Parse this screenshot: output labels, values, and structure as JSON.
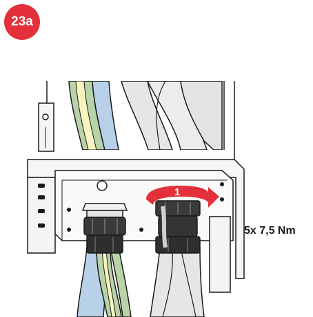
{
  "figure": {
    "step_label": "23a",
    "rotation_arrow_number": "1",
    "torque_instruction": "5x 7,5 Nm",
    "colors": {
      "accent_red": "#e4303a",
      "cable_green": "#b9d3a8",
      "cable_yellow": "#f7f4c1",
      "cable_blue": "#b8d0e8",
      "cable_grey": "#e6e6e6",
      "metal_light": "#f2f2f2",
      "outline": "#1a1a1a"
    },
    "icons": [
      "rotate-clockwise-arrow-icon",
      "cable-gland-icon",
      "screw-icon"
    ]
  }
}
